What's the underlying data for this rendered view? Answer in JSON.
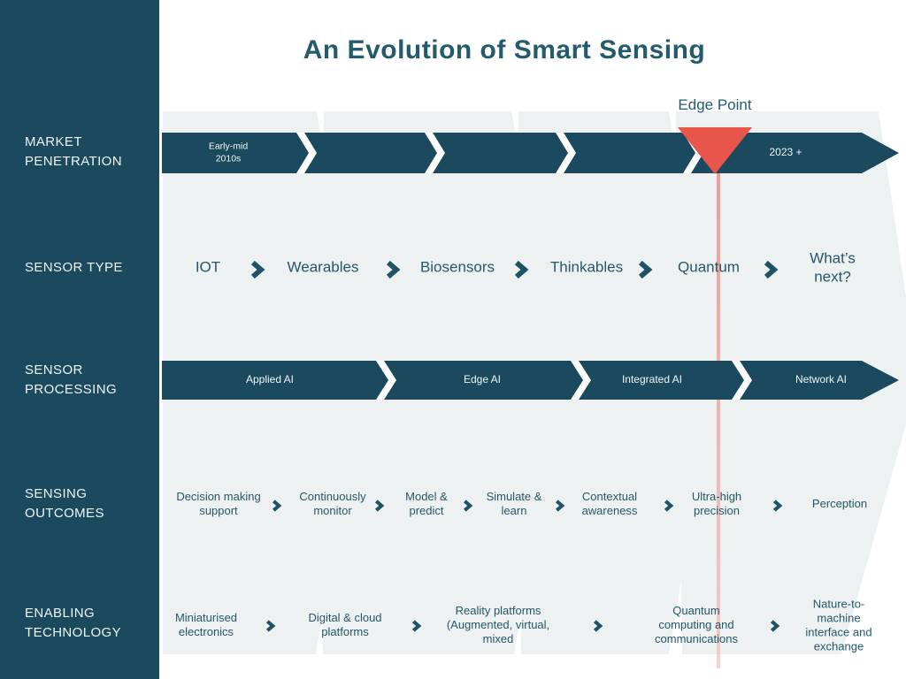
{
  "title": "An Evolution of Smart Sensing",
  "edge_point": {
    "label": "Edge Point"
  },
  "colors": {
    "teal_dark": "#1B4A5E",
    "teal_text": "#24586A",
    "band_gray": "#EDF1F2",
    "accent_red": "#E8554A",
    "line_red": "#F2ACA4"
  },
  "sidebar": {
    "items": [
      {
        "label": "MARKET PENETRATION"
      },
      {
        "label": "SENSOR TYPE"
      },
      {
        "label": "SENSOR PROCESSING"
      },
      {
        "label": "SENSING OUTCOMES"
      },
      {
        "label": "ENABLING TECHNOLOGY"
      }
    ]
  },
  "market_penetration": {
    "start_label": "Early-mid 2010s",
    "end_label": "2023 +"
  },
  "sensor_type": {
    "items": [
      {
        "label": "IOT"
      },
      {
        "label": "Wearables"
      },
      {
        "label": "Biosensors"
      },
      {
        "label": "Thinkables"
      },
      {
        "label": "Quantum"
      },
      {
        "label": "What’s next?"
      }
    ]
  },
  "sensor_processing": {
    "segments": [
      {
        "label": "Applied AI"
      },
      {
        "label": "Edge AI"
      },
      {
        "label": "Integrated AI"
      },
      {
        "label": "Network AI"
      }
    ]
  },
  "sensing_outcomes": {
    "items": [
      {
        "label": "Decision making support"
      },
      {
        "label": "Continuously monitor"
      },
      {
        "label": "Model & predict"
      },
      {
        "label": "Simulate & learn"
      },
      {
        "label": "Contextual awareness"
      },
      {
        "label": "Ultra-high precision"
      },
      {
        "label": "Perception"
      }
    ]
  },
  "enabling_technology": {
    "items": [
      {
        "label": "Miniaturised electronics"
      },
      {
        "label": "Digital & cloud platforms"
      },
      {
        "label": "Reality platforms (Augmented, virtual, mixed"
      },
      {
        "label": "Quantum computing and communications"
      },
      {
        "label": "Nature-to-machine interface and exchange"
      }
    ]
  }
}
